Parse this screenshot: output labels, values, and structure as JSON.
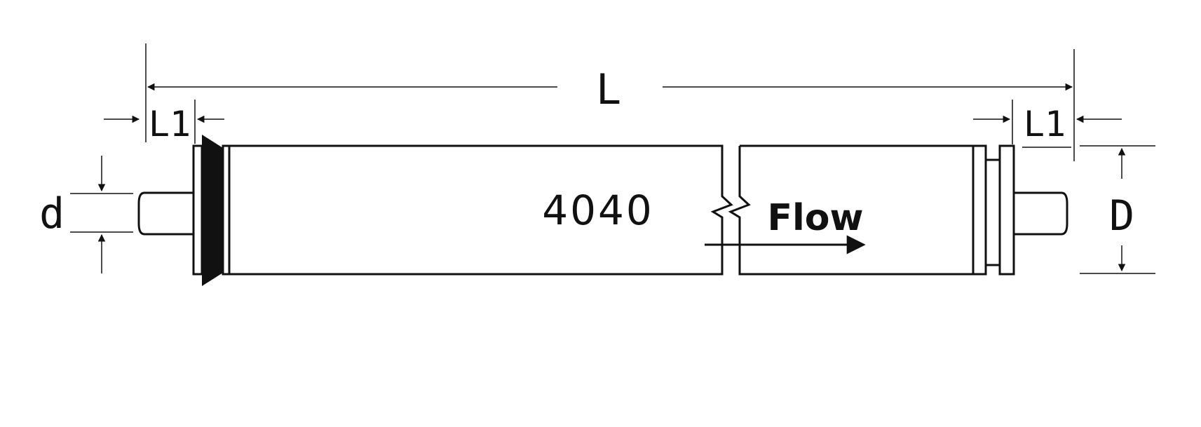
{
  "diagram": {
    "model_label": "4040",
    "flow_label": "Flow",
    "dimensions": {
      "overall_length": "L",
      "end_length_left": "L1",
      "end_length_right": "L1",
      "tube_diameter": "d",
      "body_diameter": "D"
    },
    "colors": {
      "line": "#111111",
      "seal": "#111111",
      "background": "#ffffff"
    }
  }
}
